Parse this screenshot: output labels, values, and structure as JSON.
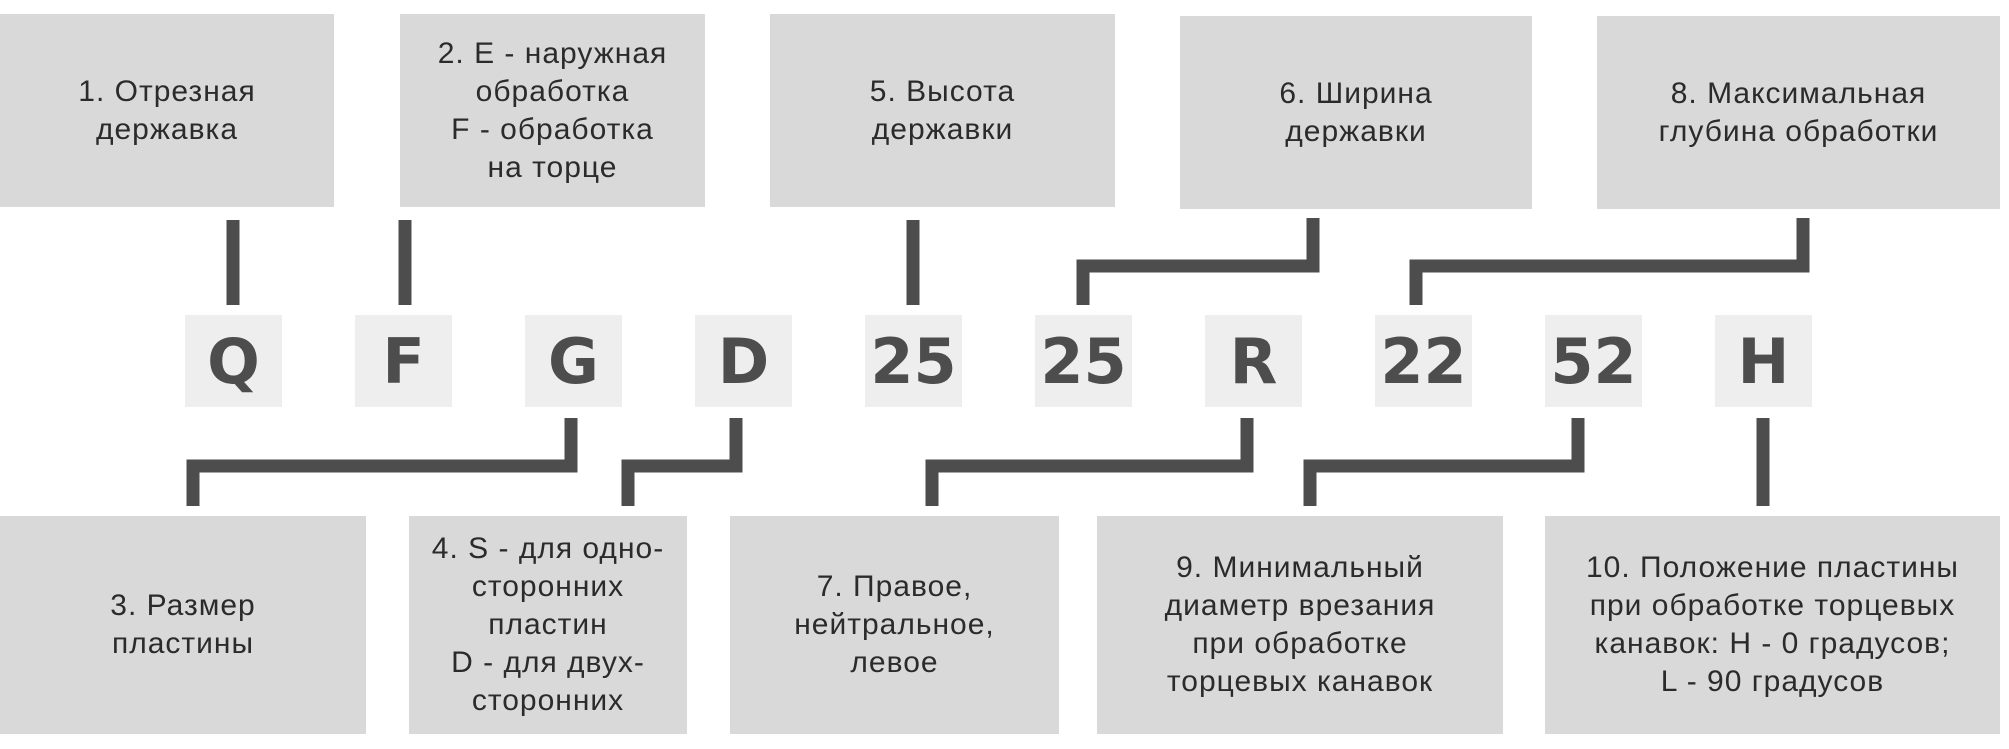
{
  "code_segments": [
    "Q",
    "F",
    "G",
    "D",
    "25",
    "25",
    "R",
    "22",
    "52",
    "H"
  ],
  "top_labels": [
    "1. Отрезная\nдержавка",
    "2. E - наружная\nобработка\nF - обработка\nна торце",
    "5. Высота\nдержавки",
    "6. Ширина\nдержавки",
    "8. Максимальная\nглубина обработки"
  ],
  "bottom_labels": [
    "3. Размер\nпластины",
    "4. S - для одно-\nсторонних\nпластин\nD - для двух-\nсторонних",
    "7. Правое,\nнейтральное,\nлевое",
    "9. Минимальный\nдиаметр врезания\nпри обработке\nторцевых канавок",
    "10. Положение пластины\nпри обработке торцевых\nканавок: H - 0 градусов;\nL - 90 градусов"
  ],
  "colors": {
    "label_box": "#d9d9d9",
    "code_box": "#eeeeee",
    "code_text": "#4d4d4d",
    "connector": "#4d4d4d",
    "label_text": "#2b2b2b"
  }
}
